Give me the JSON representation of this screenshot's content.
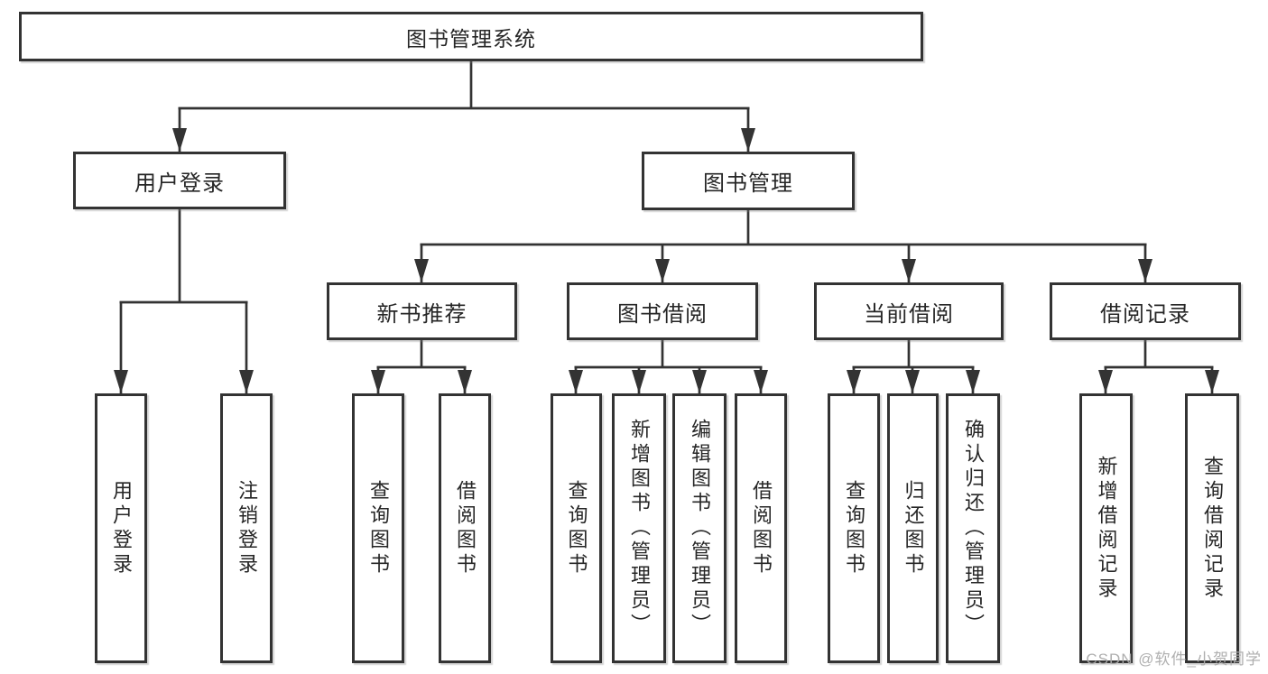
{
  "diagram": {
    "root": {
      "label": "图书管理系统"
    },
    "level2": [
      {
        "label": "用户登录"
      },
      {
        "label": "图书管理"
      }
    ],
    "level3": [
      {
        "label": "新书推荐"
      },
      {
        "label": "图书借阅"
      },
      {
        "label": "当前借阅"
      },
      {
        "label": "借阅记录"
      }
    ],
    "leaves": {
      "user_login": [
        {
          "label": "用户登录"
        },
        {
          "label": "注销登录"
        }
      ],
      "new_book_recommend": [
        {
          "label": "查询图书"
        },
        {
          "label": "借阅图书"
        }
      ],
      "book_borrow": [
        {
          "label": "查询图书"
        },
        {
          "label": "新增图书（管理员）"
        },
        {
          "label": "编辑图书（管理员）"
        },
        {
          "label": "借阅图书"
        }
      ],
      "current_borrow": [
        {
          "label": "查询图书"
        },
        {
          "label": "归还图书"
        },
        {
          "label": "确认归还（管理员）"
        }
      ],
      "borrow_record": [
        {
          "label": "新增借阅记录"
        },
        {
          "label": "查询借阅记录"
        }
      ]
    },
    "watermark": "CSDN @软件_小贺同学",
    "colors": {
      "line": "#333333",
      "text": "#262626",
      "watermark": "#ababab",
      "background": "#ffffff"
    }
  }
}
